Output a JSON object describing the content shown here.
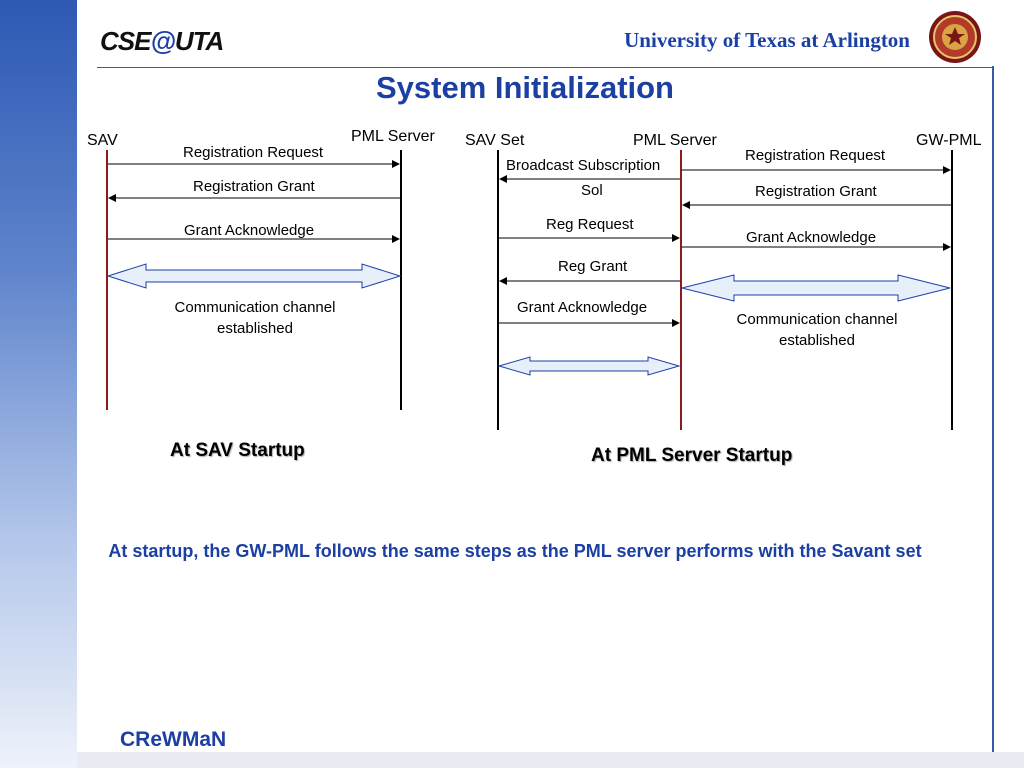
{
  "header": {
    "logo_text": "CSE@UTA",
    "university": "University of Texas at Arlington"
  },
  "slide": {
    "title": "System Initialization",
    "note": "At startup, the GW-PML follows the same steps as the PML server performs with the Savant set",
    "footer": "CReWMaN"
  },
  "left_diagram": {
    "caption": "At SAV Startup",
    "sav_label": "SAV",
    "server_label": "PML Server",
    "messages": [
      "Registration Request",
      "Registration Grant",
      "Grant Acknowledge"
    ],
    "channel_label_1": "Communication channel",
    "channel_label_2": "established"
  },
  "right_diagram": {
    "caption": "At PML Server Startup",
    "savset_label": "SAV Set",
    "server_label": "PML Server",
    "gw_label": "GW-PML",
    "left_messages": [
      "Broadcast Subscription",
      "Sol",
      "Reg Request",
      "Reg Grant",
      "Grant Acknowledge"
    ],
    "right_messages": [
      "Registration Request",
      "Registration Grant",
      "Grant Acknowledge"
    ],
    "channel_label_1": "Communication channel",
    "channel_label_2": "established"
  },
  "colors": {
    "accent": "#1c3fa3",
    "lifeline_red": "#8b1a1a",
    "channel_fill": "#e6effa"
  }
}
